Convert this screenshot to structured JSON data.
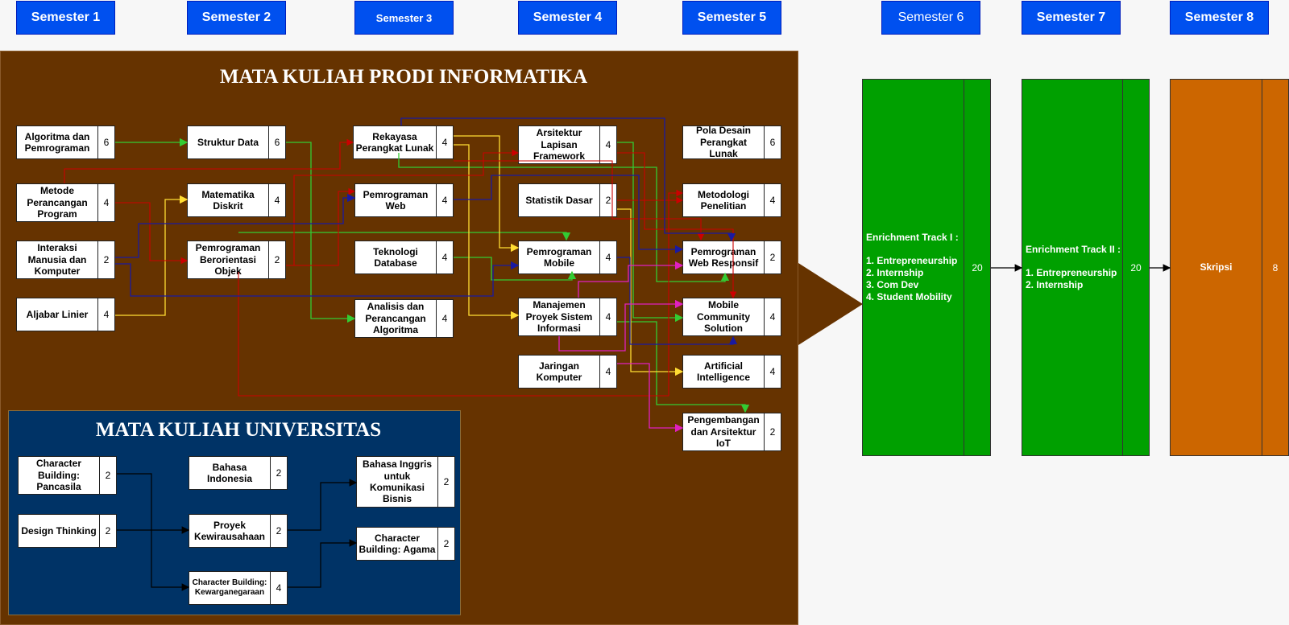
{
  "semesters": [
    "Semester 1",
    "Semester 2",
    "Semester 3",
    "Semester 4",
    "Semester 5",
    "Semester 6",
    "Semester 7",
    "Semester 8"
  ],
  "prodi": {
    "title": "MATA KULIAH PRODI INFORMATIKA",
    "courses": {
      "alpro": {
        "name": "Algoritma dan Pemrograman",
        "credits": "6"
      },
      "mpp": {
        "name": "Metode Perancangan Program",
        "credits": "4"
      },
      "imk": {
        "name": "Interaksi Manusia dan Komputer",
        "credits": "2"
      },
      "aljabar": {
        "name": "Aljabar Linier",
        "credits": "4"
      },
      "strukdat": {
        "name": "Struktur Data",
        "credits": "6"
      },
      "matdis": {
        "name": "Matematika Diskrit",
        "credits": "4"
      },
      "pbo": {
        "name": "Pemrograman Berorientasi Objek",
        "credits": "2"
      },
      "rpl": {
        "name": "Rekayasa Perangkat Lunak",
        "credits": "4"
      },
      "web": {
        "name": "Pemrograman Web",
        "credits": "4"
      },
      "tekdb": {
        "name": "Teknologi Database",
        "credits": "4"
      },
      "apa": {
        "name": "Analisis dan Perancangan Algoritma",
        "credits": "4"
      },
      "alf": {
        "name": "Arsitektur Lapisan Framework",
        "credits": "4"
      },
      "statdas": {
        "name": "Statistik Dasar",
        "credits": "2"
      },
      "mobile": {
        "name": "Pemrograman Mobile",
        "credits": "4"
      },
      "mpsi": {
        "name": "Manajemen Proyek Sistem Informasi",
        "credits": "4"
      },
      "jarkom": {
        "name": "Jaringan Komputer",
        "credits": "4"
      },
      "pdpl": {
        "name": "Pola Desain Perangkat Lunak",
        "credits": "6"
      },
      "metpen": {
        "name": "Metodologi Penelitian",
        "credits": "4"
      },
      "webres": {
        "name": "Pemrograman Web Responsif",
        "credits": "2"
      },
      "mcs": {
        "name": "Mobile Community Solution",
        "credits": "4"
      },
      "ai": {
        "name": "Artificial Intelligence",
        "credits": "4"
      },
      "iot": {
        "name": "Pengembangan dan Arsitektur IoT",
        "credits": "2"
      }
    }
  },
  "universitas": {
    "title": "MATA KULIAH UNIVERSITAS",
    "courses": {
      "pancasila": {
        "name": "Character Building: Pancasila",
        "credits": "2"
      },
      "dt": {
        "name": "Design Thinking",
        "credits": "2"
      },
      "bindo": {
        "name": "Bahasa Indonesia",
        "credits": "2"
      },
      "kwu": {
        "name": "Proyek Kewirausahaan",
        "credits": "2"
      },
      "kwn": {
        "name": "Character Building: Kewarganegaraan",
        "credits": "4"
      },
      "bing": {
        "name": "Bahasa Inggris untuk Komunikasi Bisnis",
        "credits": "2"
      },
      "agama": {
        "name": "Character Building: Agama",
        "credits": "2"
      }
    }
  },
  "tracks": {
    "track1": {
      "title": "Enrichment Track I :",
      "items": [
        "1. Entrepreneurship",
        "2. Internship",
        "3. Com Dev",
        "4. Student Mobility"
      ],
      "credits": "20"
    },
    "track2": {
      "title": "Enrichment Track II :",
      "items": [
        "1. Entrepreneurship",
        "2. Internship"
      ],
      "credits": "20"
    },
    "skripsi": {
      "title": "Skripsi",
      "credits": "8"
    }
  },
  "colors": {
    "semester": "#0050ef",
    "prodi_panel": "#663300",
    "univ_panel": "#003366",
    "track_green": "#00a000",
    "track_orange": "#cc6600",
    "arrow_green": "#33cc33",
    "arrow_yellow": "#ffdd33",
    "arrow_red": "#cc0000",
    "arrow_blue": "#1a1aa0",
    "arrow_magenta": "#e020c0"
  }
}
